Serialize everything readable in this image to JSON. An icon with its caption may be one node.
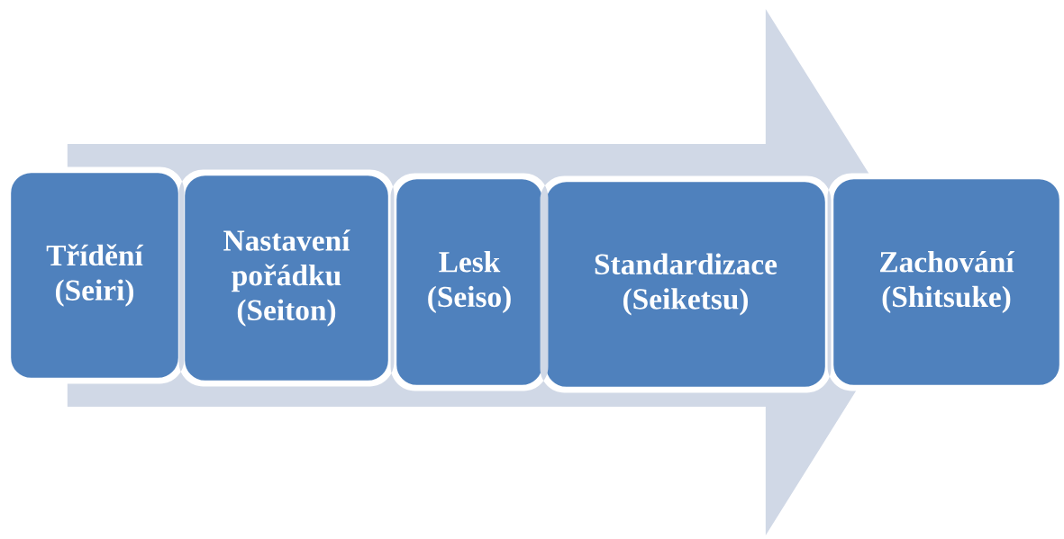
{
  "diagram": {
    "nodes": [
      {
        "text": [
          "Třídění (Seiri)"
        ]
      },
      {
        "text": [
          "Nastavení pořádku (Seiton)"
        ]
      },
      {
        "text": [
          "Lesk (Seiso)"
        ]
      },
      {
        "text": [
          "Standardizace (Seiketsu)"
        ]
      },
      {
        "text": [
          "Zachování (Shitsuke)"
        ]
      }
    ],
    "edges": [
      {
        "from": 0,
        "to": 4,
        "arrow": "to"
      }
    ]
  }
}
